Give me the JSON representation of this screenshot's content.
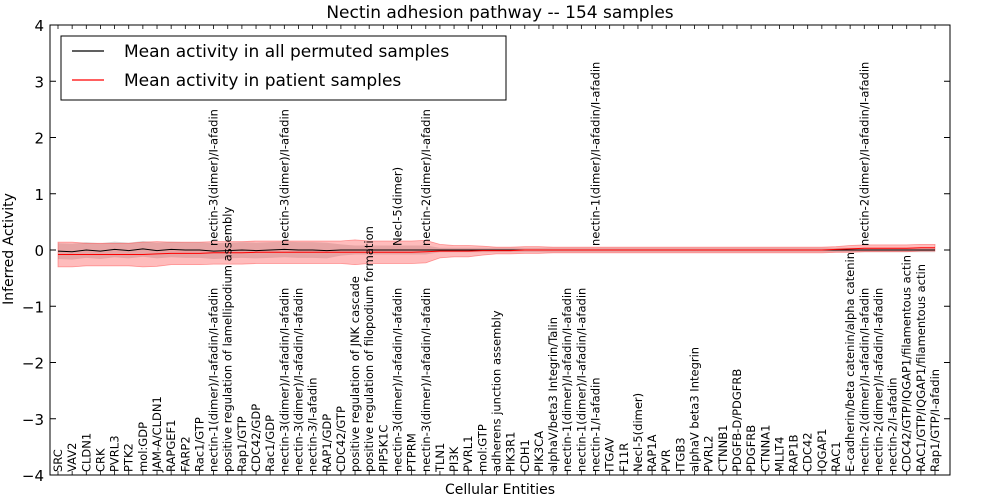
{
  "chart_data": {
    "type": "line",
    "title": "Nectin adhesion pathway -- 154 samples",
    "xlabel": "Cellular Entities",
    "ylabel": "Inferred Activity",
    "ylim": [
      -4,
      4
    ],
    "yticks": [
      -4,
      -3,
      -2,
      -1,
      0,
      1,
      2,
      3,
      4
    ],
    "grid": false,
    "legend_position": "top-left",
    "categories": [
      "SRC",
      "VAV2",
      "CLDN1",
      "CRK",
      "PVRL3",
      "PTK2",
      "mol:GDP",
      "JAM-A/CLDN1",
      "RAPGEF1",
      "FARP2",
      "Rac1/GTP",
      "nectin-1(dimer)/I-afadin/I-afadin",
      "positive regulation of lamellipodium assembly",
      "Rap1/GTP",
      "CDC42/GDP",
      "Rac1/GDP",
      "nectin-3(dimer)/I-afadin/I-afadin",
      "nectin-3(dimer)/I-afadin/I-afadin",
      "nectin-3/I-afadin",
      "RAP1/GDP",
      "CDC42/GTP",
      "positive regulation of JNK cascade",
      "positive regulation of filopodium formation",
      "PIP5K1C",
      "nectin-3(dimer)/I-afadin/I-afadin",
      "PTPRM",
      "nectin-3(dimer)/I-afadin/I-afadin",
      "TLN1",
      "PI3K",
      "PVRL1",
      "mol:GTP",
      "adherens junction assembly",
      "PIK3R1",
      "CDH1",
      "PIK3CA",
      "alphaV/beta3 Integrin/Talin",
      "nectin-1(dimer)/I-afadin/I-afadin",
      "nectin-1(dimer)/I-afadin/I-afadin",
      "nectin-1/I-afadin",
      "ITGAV",
      "F11R",
      "Necl-5(dimer)",
      "RAP1A",
      "PVR",
      "ITGB3",
      "alphaV beta3 Integrin",
      "PVRL2",
      "CTNNB1",
      "PDGFB-D/PDGFRB",
      "PDGFRB",
      "CTNNA1",
      "MLLT4",
      "RAP1B",
      "CDC42",
      "IQGAP1",
      "RAC1",
      "E-cadherin/beta catenin/alpha catenin",
      "nectin-2(dimer)/I-afadin/I-afadin",
      "nectin-2(dimer)/I-afadin/I-afadin",
      "nectin-2/I-afadin",
      "CDC42/GTP/IQGAP1/filamentous actin",
      "RAC1/GTP/IQGAP1/filamentous actin",
      "Rap1/GTP/I-afadin"
    ],
    "upper_labels": [
      {
        "index": 11,
        "text": "nectin-3(dimer)/I-afadin"
      },
      {
        "index": 16,
        "text": "nectin-3(dimer)/I-afadin"
      },
      {
        "index": 24,
        "text": "Necl-5(dimer)"
      },
      {
        "index": 26,
        "text": "nectin-2(dimer)/I-afadin"
      },
      {
        "index": 38,
        "text": "nectin-1(dimer)/I-afadin/I-afadin"
      },
      {
        "index": 57,
        "text": "nectin-2(dimer)/I-afadin/I-afadin"
      }
    ],
    "series": [
      {
        "name": "Mean activity in all permuted samples",
        "color": "#000000",
        "values": [
          -0.02,
          -0.03,
          0.0,
          -0.02,
          0.01,
          -0.01,
          0.02,
          -0.01,
          0.01,
          0.0,
          0.0,
          -0.02,
          -0.01,
          0.0,
          -0.01,
          0.0,
          0.01,
          0.0,
          0.0,
          -0.01,
          0.0,
          0.0,
          0.0,
          0.0,
          0.0,
          0.0,
          0.0,
          0.0,
          0.0,
          0.0,
          0.0,
          0.0,
          0.0,
          0.0,
          0.0,
          0.0,
          0.0,
          0.0,
          0.0,
          0.0,
          0.0,
          0.0,
          0.0,
          0.0,
          0.0,
          0.0,
          0.0,
          0.0,
          0.0,
          0.0,
          0.0,
          0.0,
          0.0,
          0.0,
          0.0,
          0.0,
          0.0,
          0.0,
          0.0,
          0.0,
          0.0,
          0.0,
          0.0
        ],
        "spread": [
          0.14,
          0.14,
          0.14,
          0.14,
          0.14,
          0.14,
          0.14,
          0.14,
          0.14,
          0.14,
          0.14,
          0.14,
          0.14,
          0.14,
          0.14,
          0.14,
          0.14,
          0.14,
          0.14,
          0.14,
          0.1,
          0.08,
          0.08,
          0.08,
          0.08,
          0.08,
          0.08,
          0.04,
          0.04,
          0.04,
          0.04,
          0.04,
          0.04,
          0.04,
          0.04,
          0.04,
          0.04,
          0.04,
          0.04,
          0.04,
          0.04,
          0.04,
          0.04,
          0.04,
          0.04,
          0.04,
          0.04,
          0.04,
          0.04,
          0.04,
          0.04,
          0.04,
          0.04,
          0.04,
          0.04,
          0.04,
          0.04,
          0.04,
          0.04,
          0.04,
          0.04,
          0.04,
          0.04
        ]
      },
      {
        "name": "Mean activity in patient samples",
        "color": "#ff0000",
        "values": [
          -0.08,
          -0.08,
          -0.08,
          -0.08,
          -0.08,
          -0.08,
          -0.08,
          -0.07,
          -0.06,
          -0.06,
          -0.06,
          -0.05,
          -0.05,
          -0.05,
          -0.04,
          -0.04,
          -0.04,
          -0.04,
          -0.04,
          -0.04,
          -0.04,
          -0.04,
          -0.04,
          -0.04,
          -0.04,
          -0.04,
          -0.03,
          -0.02,
          -0.02,
          -0.02,
          -0.01,
          -0.01,
          -0.01,
          0.0,
          0.0,
          0.0,
          0.0,
          0.0,
          0.0,
          0.0,
          0.0,
          0.0,
          0.0,
          0.0,
          0.0,
          0.0,
          0.0,
          0.0,
          0.0,
          0.0,
          0.0,
          0.0,
          0.0,
          0.0,
          0.0,
          0.01,
          0.02,
          0.03,
          0.03,
          0.03,
          0.03,
          0.04,
          0.04
        ],
        "spread": [
          0.22,
          0.22,
          0.2,
          0.2,
          0.2,
          0.2,
          0.22,
          0.22,
          0.2,
          0.2,
          0.2,
          0.2,
          0.2,
          0.2,
          0.2,
          0.2,
          0.2,
          0.2,
          0.2,
          0.2,
          0.2,
          0.22,
          0.2,
          0.2,
          0.2,
          0.2,
          0.2,
          0.12,
          0.1,
          0.1,
          0.08,
          0.06,
          0.06,
          0.06,
          0.06,
          0.05,
          0.05,
          0.05,
          0.05,
          0.05,
          0.05,
          0.05,
          0.05,
          0.05,
          0.05,
          0.05,
          0.05,
          0.05,
          0.05,
          0.05,
          0.05,
          0.05,
          0.05,
          0.05,
          0.05,
          0.05,
          0.06,
          0.06,
          0.06,
          0.06,
          0.06,
          0.06,
          0.06
        ]
      }
    ]
  }
}
